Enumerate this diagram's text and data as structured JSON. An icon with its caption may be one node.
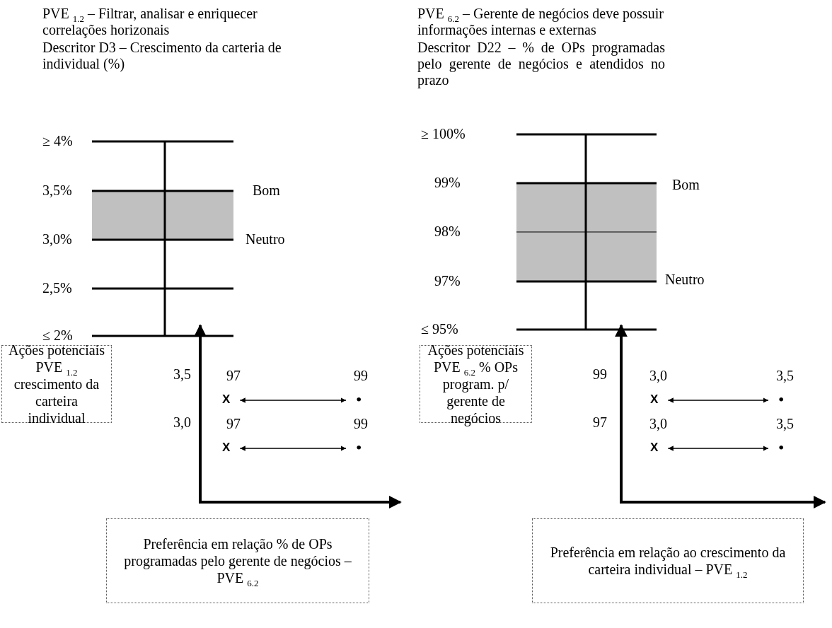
{
  "diagram": {
    "nodes": [
      {
        "text": [
          "Ações potenciais PVE $_{1.2}$ crescimento da carteira individual"
        ]
      },
      {
        "text": [
          "X"
        ],
        "beside": [
          "97"
        ]
      },
      {
        "text": [
          "•"
        ],
        "beside": [
          "99"
        ]
      },
      {
        "text": [
          "X"
        ],
        "beside": [
          "97"
        ]
      },
      {
        "text": [
          "•"
        ],
        "beside": [
          "99"
        ]
      },
      {
        "text": [
          "Ações potenciais PVE $_{6.2}$ % OPs program. p/ gerente de negócios"
        ]
      },
      {
        "text": [
          "X"
        ],
        "beside": [
          "3,0"
        ]
      },
      {
        "text": [
          "•"
        ],
        "beside": [
          "3,5"
        ]
      },
      {
        "text": [
          "X"
        ],
        "beside": [
          "3,0"
        ]
      },
      {
        "text": [
          "•"
        ],
        "beside": [
          "3,5"
        ]
      },
      {
        "text": [
          "Preferência em relação % de OPs programadas pelo gerente de negócios – PVE $_{6.2}$"
        ]
      },
      {
        "text": [
          "Preferência em relação ao crescimento da carteira individual – PVE $_{1.2}$"
        ]
      }
    ],
    "edges": [
      {
        "from": 1,
        "to": 2,
        "arrow": "both"
      },
      {
        "from": 3,
        "to": 4,
        "arrow": "both"
      },
      {
        "from": 6,
        "to": 7,
        "arrow": "both"
      },
      {
        "from": 8,
        "to": 9,
        "arrow": "both"
      }
    ],
    "labels": [
      "PVE $_{1.2}$ – Filtrar, analisar e enriquecer correlações horizonais",
      "Descritor D3 – Crescimento da carteria de individual (%)",
      "PVE $_{6.2}$ – Gerente de negócios deve possuir informações internas e externas",
      "Descritor D22 – % de OPs programadas pelo gerente de negócios e atendidos no prazo",
      "≥ 4%",
      "3,5%",
      "3,0%",
      "2,5%",
      "≤ 2%",
      "Bom",
      "Neutro",
      "≥ 100%",
      "99%",
      "98%",
      "97%",
      "≤ 95%",
      "Bom",
      "Neutro",
      "3,5",
      "3,0",
      "99",
      "97"
    ]
  }
}
